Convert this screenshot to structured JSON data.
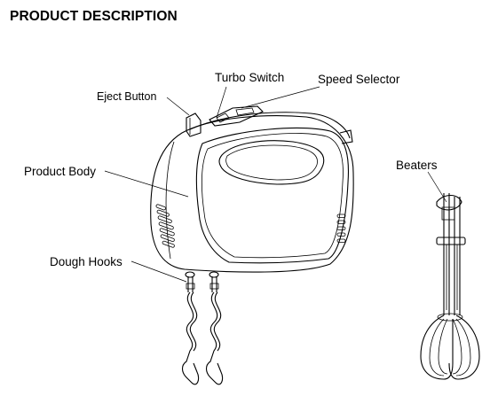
{
  "title": "PRODUCT DESCRIPTION",
  "labels": {
    "turbo_switch": "Turbo Switch",
    "speed_selector": "Speed Selector",
    "eject_button": "Eject Button",
    "product_body": "Product Body",
    "dough_hooks": "Dough Hooks",
    "beaters": "Beaters"
  }
}
